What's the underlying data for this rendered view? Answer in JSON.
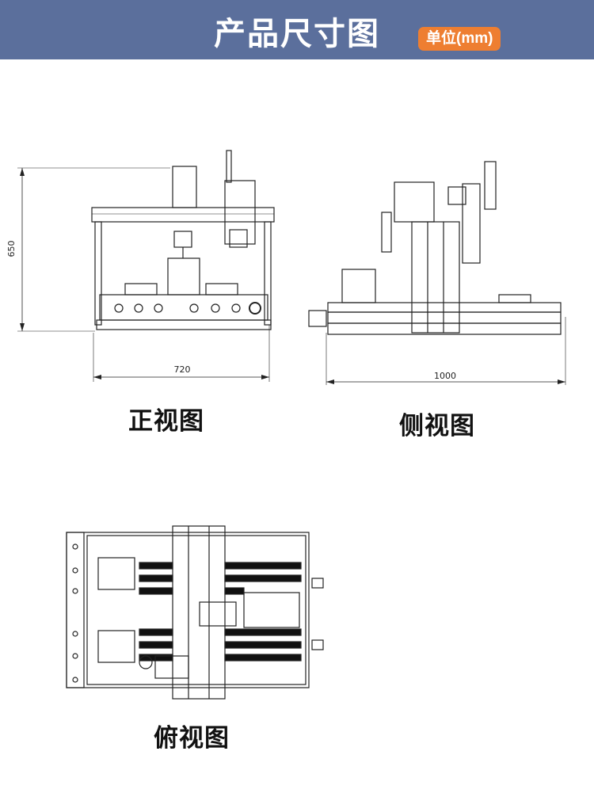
{
  "header": {
    "title": "产品尺寸图",
    "unit_label": "单位(mm)",
    "background": "#5b6f9c",
    "badge_color": "#ee7e31"
  },
  "views": {
    "front": {
      "caption": "正视图",
      "width_dim": "720",
      "height_dim": "650"
    },
    "side": {
      "caption": "侧视图",
      "length_dim": "1000"
    },
    "top": {
      "caption": "俯视图"
    }
  }
}
